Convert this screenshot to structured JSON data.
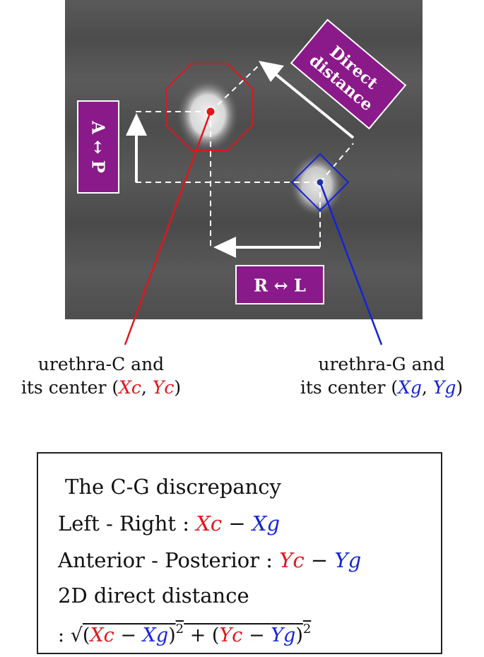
{
  "labels": {
    "direct_distance": [
      "Direct",
      "distance"
    ],
    "ap": "A ↔ P",
    "rl": "R ↔ L"
  },
  "captions": {
    "c": {
      "line1": "urethra-C and",
      "prefix": "its center (",
      "x": "Xc",
      "sep": ", ",
      "y": "Yc",
      "suffix": ")"
    },
    "g": {
      "line1": "urethra-G and",
      "prefix": "its center (",
      "x": "Xg",
      "sep": ", ",
      "y": "Yg",
      "suffix": ")"
    }
  },
  "formula": {
    "title": "The C-G discrepancy",
    "lr_label": "Left - Right : ",
    "ap_label": "Anterior - Posterior : ",
    "dist_label": "2D direct distance",
    "minus": " − ",
    "plus": " + ",
    "colon": ": ",
    "sqrt": "√",
    "open": "(",
    "close": ")",
    "sq": "2",
    "xc": "Xc",
    "xg": "Xg",
    "yc": "Yc",
    "yg": "Yg"
  },
  "colors": {
    "purple": "#8a1a8a",
    "red": "#e0161c",
    "blue": "#1424d6"
  }
}
